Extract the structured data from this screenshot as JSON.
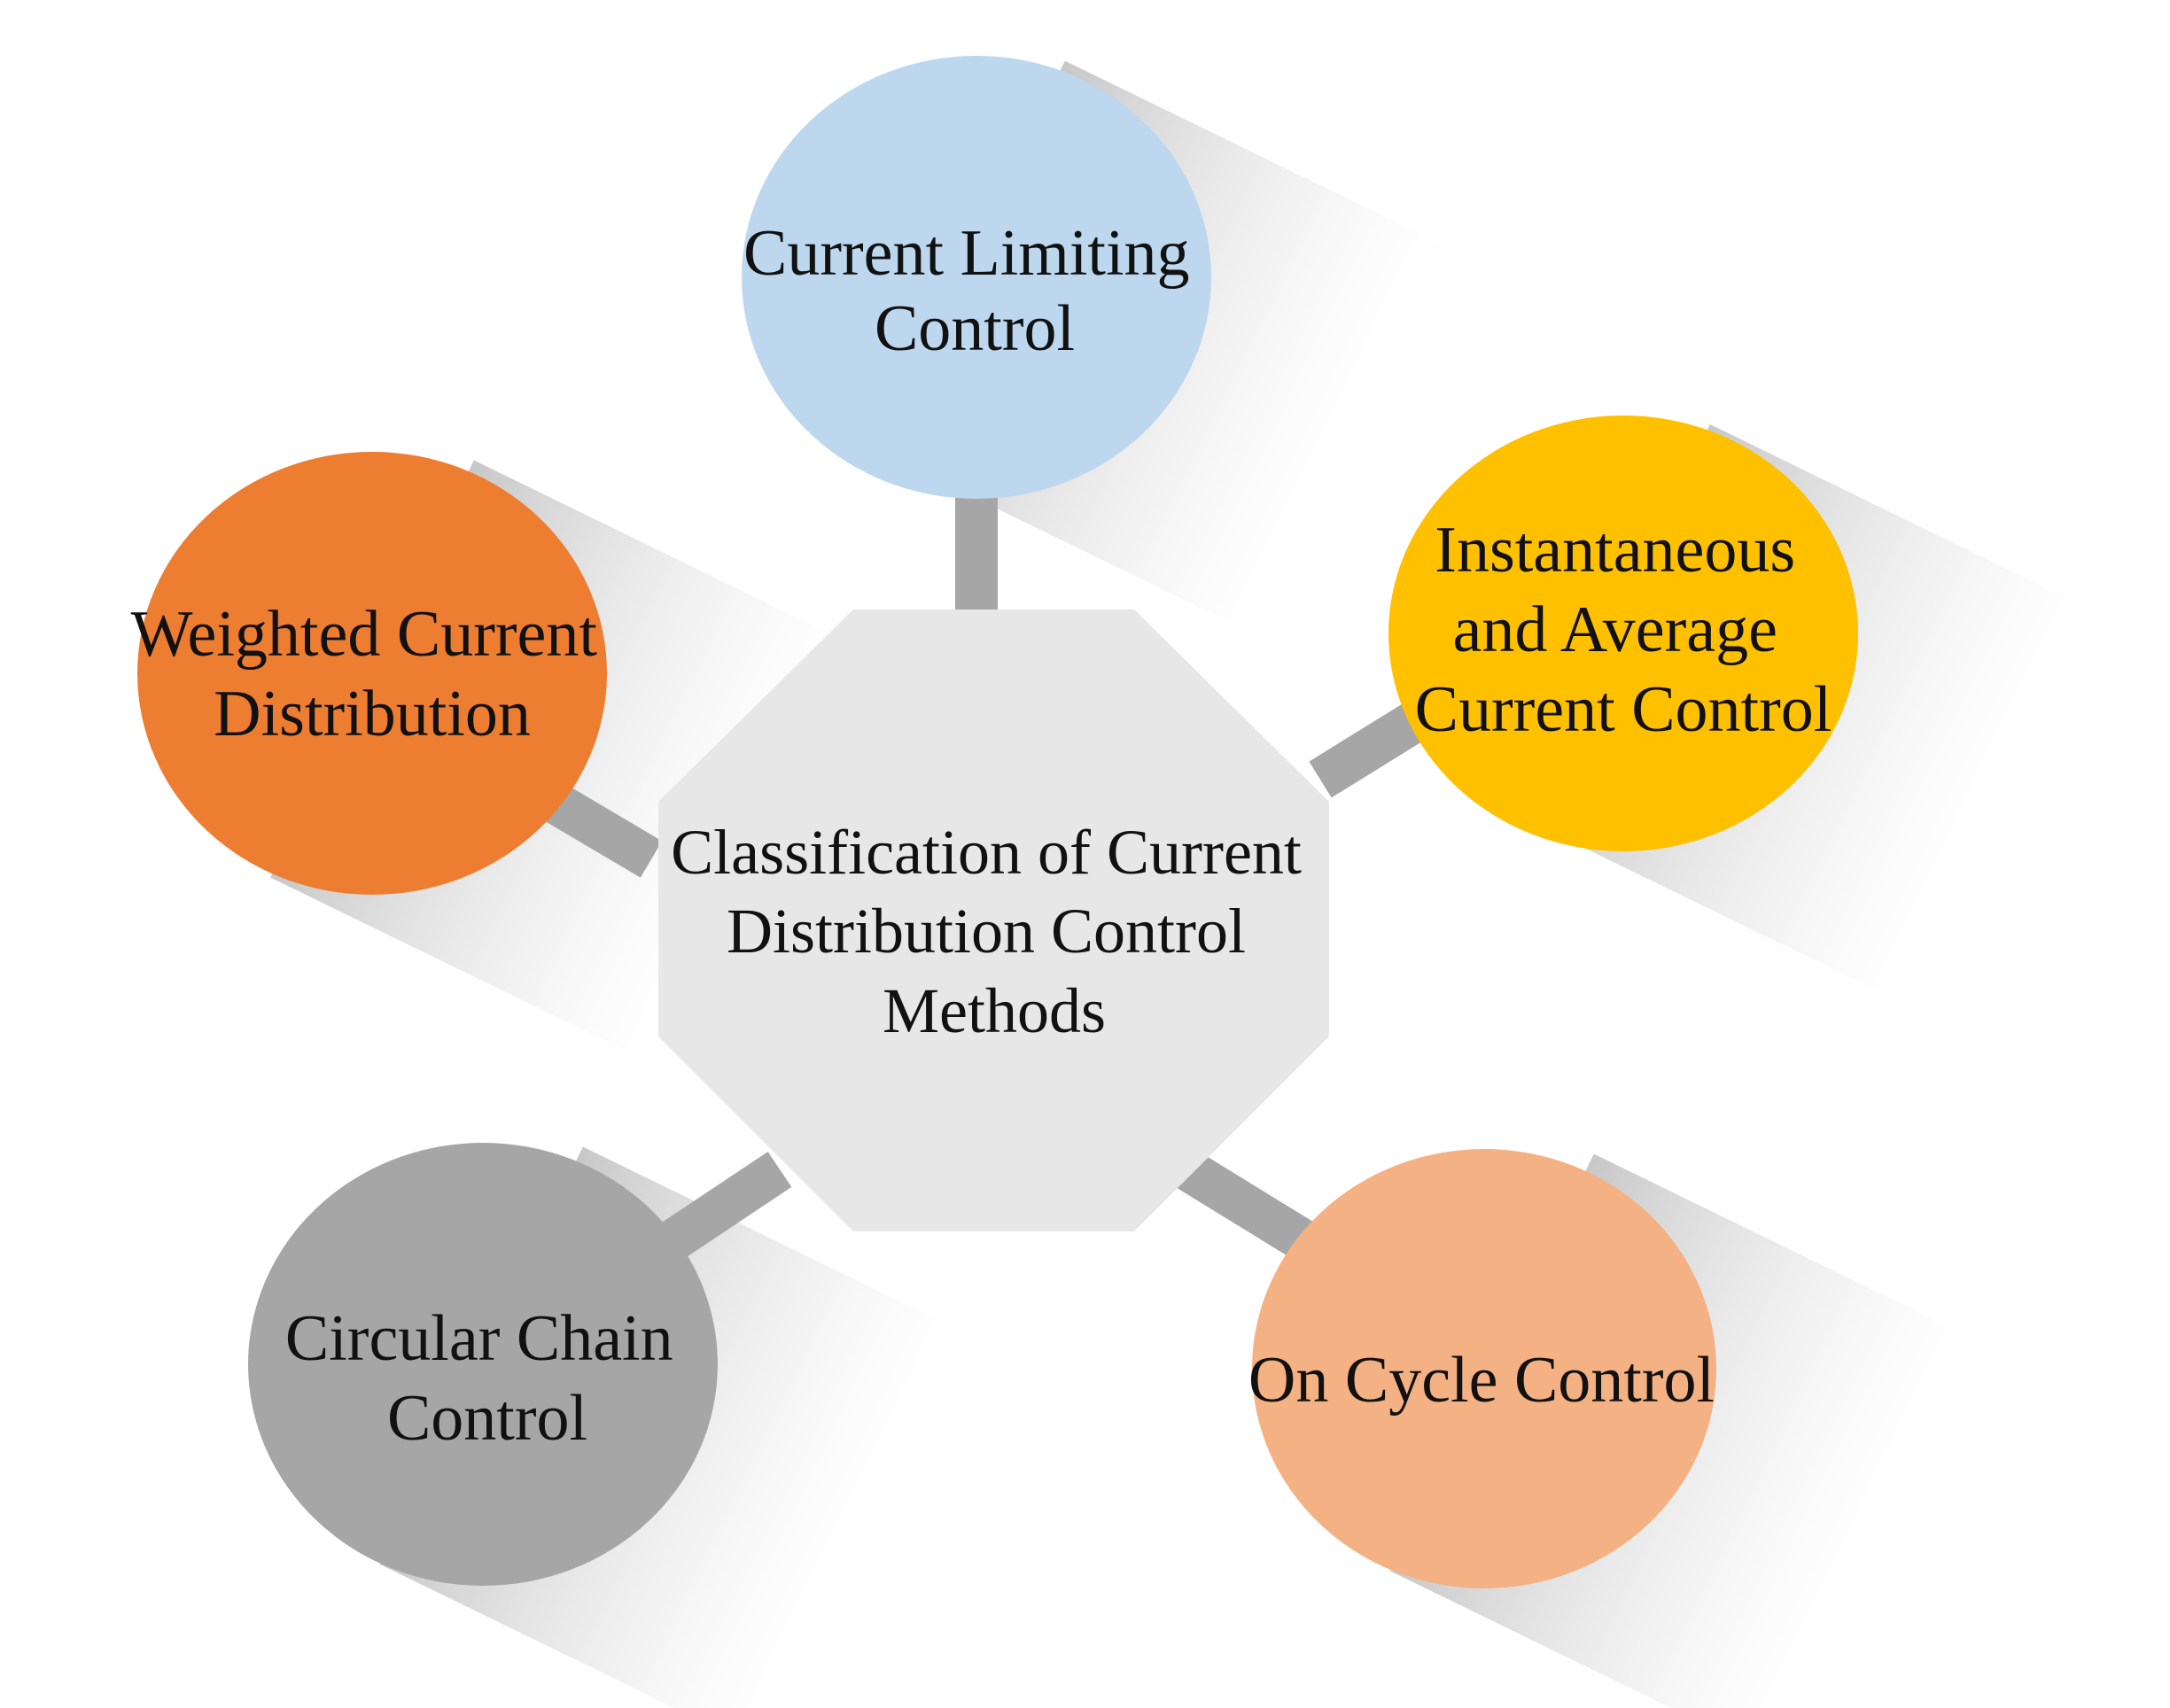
{
  "center": {
    "label_lines": [
      "Classification of Current",
      "Distribution Control",
      "Methods"
    ],
    "fill": "#e7e7e7"
  },
  "nodes": [
    {
      "id": "current-limiting-control",
      "label_lines": [
        "Current Limiting",
        "Control"
      ],
      "fill": "#bdd7ee"
    },
    {
      "id": "instantaneous-and-average-current-control",
      "label_lines": [
        "Instantaneous",
        "and Average",
        "Current Control"
      ],
      "fill": "#ffc000"
    },
    {
      "id": "on-cycle-control",
      "label_lines": [
        "On Cycle Control"
      ],
      "fill": "#f4b183"
    },
    {
      "id": "circular-chain-control",
      "label_lines": [
        "Circular Chain",
        "Control"
      ],
      "fill": "#a6a6a6"
    },
    {
      "id": "weighted-current-distribution",
      "label_lines": [
        "Weighted Current",
        "Distribution"
      ],
      "fill": "#ed7d31"
    }
  ],
  "connector_color": "#a6a6a6"
}
